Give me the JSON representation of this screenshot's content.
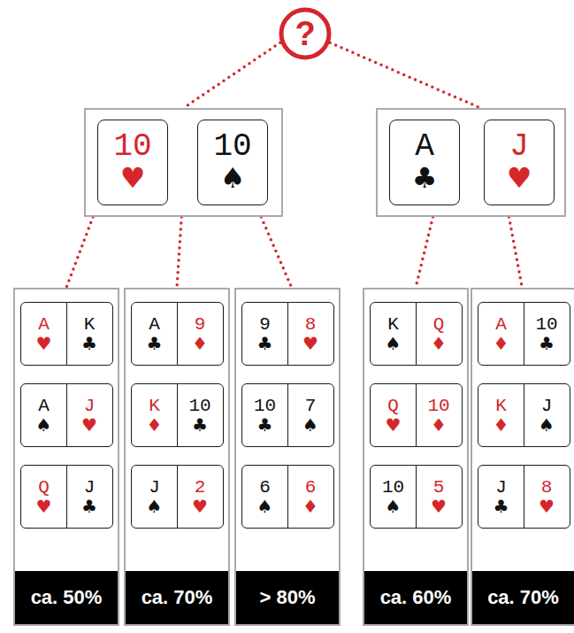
{
  "diagram": {
    "nodes": [
      {
        "text": [
          "?"
        ]
      },
      {
        "text": []
      },
      {
        "text": [
          "10",
          "♥"
        ],
        "in": 1
      },
      {
        "text": [
          "10",
          "♠"
        ],
        "in": 1
      },
      {
        "text": []
      },
      {
        "text": [
          "A",
          "♣"
        ],
        "in": 4
      },
      {
        "text": [
          "J",
          "♥"
        ],
        "in": 4
      },
      {
        "text": [
          "ca. 50%"
        ]
      },
      {
        "text": [
          "A",
          "♥"
        ],
        "in": 7
      },
      {
        "text": [
          "K",
          "♣"
        ],
        "in": 7
      },
      {
        "text": [
          "A",
          "♠"
        ],
        "in": 7
      },
      {
        "text": [
          "J",
          "♥"
        ],
        "in": 7
      },
      {
        "text": [
          "Q",
          "♥"
        ],
        "in": 7
      },
      {
        "text": [
          "J",
          "♣"
        ],
        "in": 7
      },
      {
        "text": [
          "ca. 70%"
        ]
      },
      {
        "text": [
          "A",
          "♣"
        ],
        "in": 14
      },
      {
        "text": [
          "9",
          "♦"
        ],
        "in": 14
      },
      {
        "text": [
          "K",
          "♦"
        ],
        "in": 14
      },
      {
        "text": [
          "10",
          "♣"
        ],
        "in": 14
      },
      {
        "text": [
          "J",
          "♠"
        ],
        "in": 14
      },
      {
        "text": [
          "2",
          "♥"
        ],
        "in": 14
      },
      {
        "text": [
          "> 80%"
        ]
      },
      {
        "text": [
          "9",
          "♣"
        ],
        "in": 21
      },
      {
        "text": [
          "8",
          "♥"
        ],
        "in": 21
      },
      {
        "text": [
          "10",
          "♣"
        ],
        "in": 21
      },
      {
        "text": [
          "7",
          "♠"
        ],
        "in": 21
      },
      {
        "text": [
          "6",
          "♠"
        ],
        "in": 21
      },
      {
        "text": [
          "6",
          "♦"
        ],
        "in": 21
      },
      {
        "text": [
          "ca. 60%"
        ]
      },
      {
        "text": [
          "K",
          "♠"
        ],
        "in": 28
      },
      {
        "text": [
          "Q",
          "♦"
        ],
        "in": 28
      },
      {
        "text": [
          "Q",
          "♥"
        ],
        "in": 28
      },
      {
        "text": [
          "10",
          "♦"
        ],
        "in": 28
      },
      {
        "text": [
          "10",
          "♠"
        ],
        "in": 28
      },
      {
        "text": [
          "5",
          "♥"
        ],
        "in": 28
      },
      {
        "text": [
          "ca. 70%"
        ]
      },
      {
        "text": [
          "A",
          "♦"
        ],
        "in": 35
      },
      {
        "text": [
          "10",
          "♣"
        ],
        "in": 35
      },
      {
        "text": [
          "K",
          "♦"
        ],
        "in": 35
      },
      {
        "text": [
          "J",
          "♠"
        ],
        "in": 35
      },
      {
        "text": [
          "J",
          "♣"
        ],
        "in": 35
      },
      {
        "text": [
          "8",
          "♥"
        ],
        "in": 35
      }
    ],
    "edges": [
      {
        "from": 0,
        "to": 1,
        "arrow": "none"
      },
      {
        "from": 0,
        "to": 4,
        "arrow": "none"
      },
      {
        "from": 1,
        "to": 7,
        "arrow": "none"
      },
      {
        "from": 1,
        "to": 14,
        "arrow": "none"
      },
      {
        "from": 1,
        "to": 21,
        "arrow": "none"
      },
      {
        "from": 4,
        "to": 28,
        "arrow": "none"
      },
      {
        "from": 4,
        "to": 35,
        "arrow": "none"
      }
    ]
  }
}
